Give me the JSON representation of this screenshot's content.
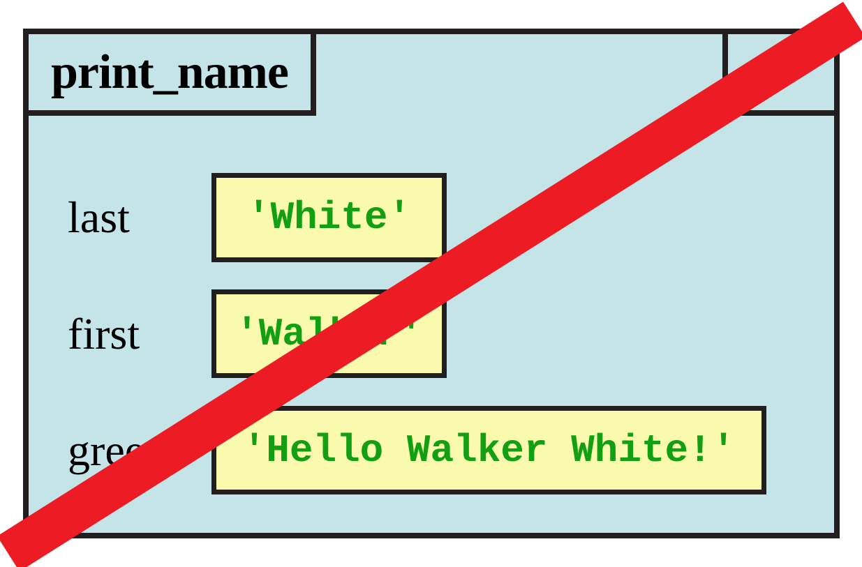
{
  "diagram": {
    "type": "function-call-frame",
    "title": "print_name",
    "counter_box_text": "",
    "variables": [
      {
        "name": "last",
        "value": "'White'"
      },
      {
        "name": "first",
        "value": "'Walker'"
      },
      {
        "name": "greet",
        "value": "'Hello Walker White!'"
      }
    ],
    "strikethrough": true
  },
  "colors": {
    "frame_fill": "#c5e4e8",
    "border": "#221e1f",
    "value_fill": "#fafaaf",
    "value_text": "#12a012",
    "label_text": "#000000",
    "stripe": "#ed1c24"
  }
}
